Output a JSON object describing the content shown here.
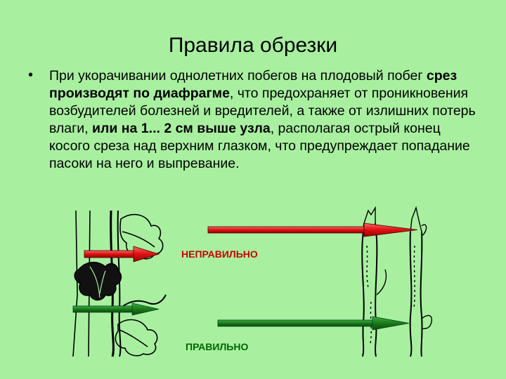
{
  "slide": {
    "title": "Правила обрезки",
    "bullet_marker": "•",
    "text": {
      "p1": "При укорачивании однолетних побегов на плодовый побег ",
      "b1": "срез производят по диафрагме",
      "p2": ", что предохраняет от проникновения возбудителей болезней и вредителей, а также от излишних потерь влаги, ",
      "b2": "или на 1... 2 см выше узла",
      "p3": ", располагая острый конец косого среза над верхним глазком, что предупреждает попадание пасоки на него и выпревание."
    },
    "labels": {
      "wrong": "НЕПРАВИЛЬНО",
      "right": "ПРАВИЛЬНО"
    },
    "colors": {
      "background": "#a8f0a0",
      "wrong_arrow": "#dd1111",
      "right_arrow": "#1a7a1a"
    }
  }
}
